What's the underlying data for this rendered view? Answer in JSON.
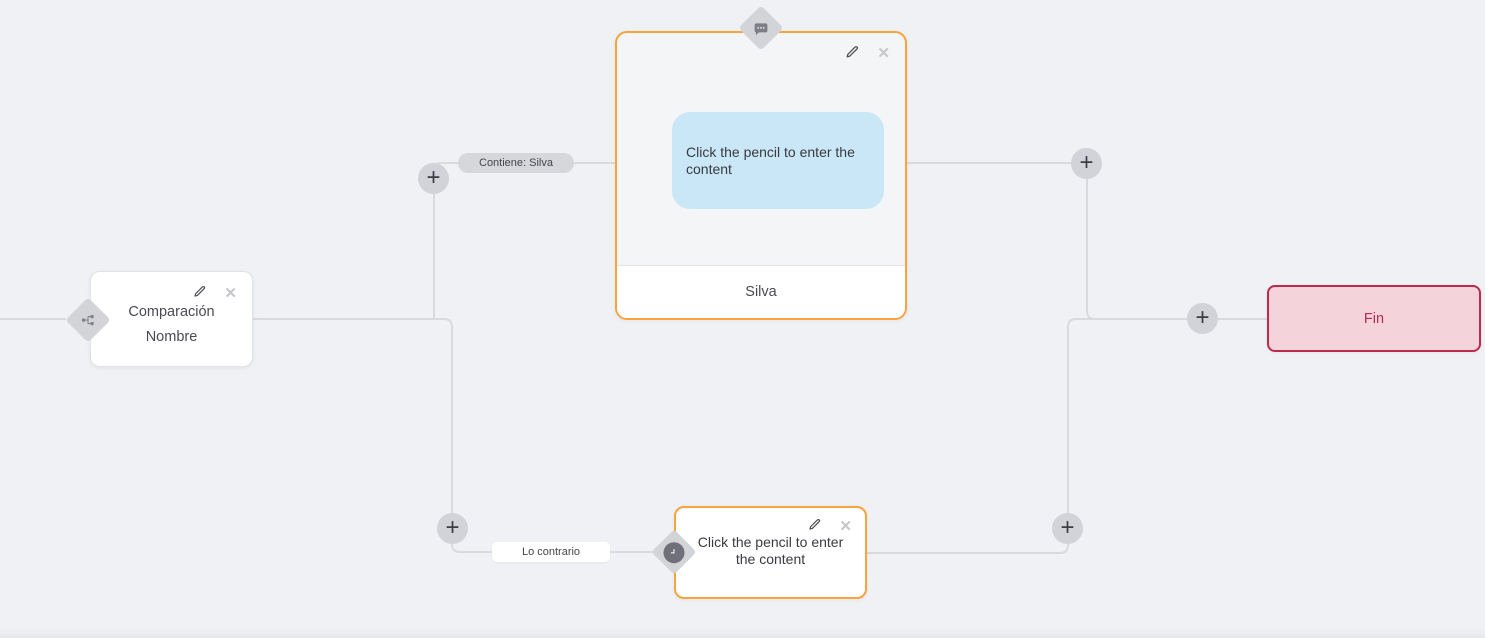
{
  "canvas": {
    "background": "#f0f1f4",
    "line_color": "#d9dade"
  },
  "colors": {
    "accent_orange": "#f8a33c",
    "end_border": "#ba2b4e",
    "end_fill": "#f5d3da",
    "bubble_blue": "#c9e7f6"
  },
  "icons": {
    "plus_glyph": "+",
    "close_glyph": "✕",
    "edit": "pencil-icon",
    "condition": "branch-icon",
    "message": "chat-bubble-icon",
    "delay": "clock-icon"
  },
  "condition_node": {
    "title_line1": "Comparación",
    "title_line2": "Nombre"
  },
  "message_node": {
    "bubble_text": "Click the pencil to enter the content",
    "footer_label": "Silva"
  },
  "delay_node": {
    "placeholder_text": "Click the pencil to enter the content"
  },
  "end_node": {
    "label": "Fin"
  },
  "edge_labels": {
    "contains": "Contiene: Silva",
    "otherwise": "Lo contrario"
  }
}
